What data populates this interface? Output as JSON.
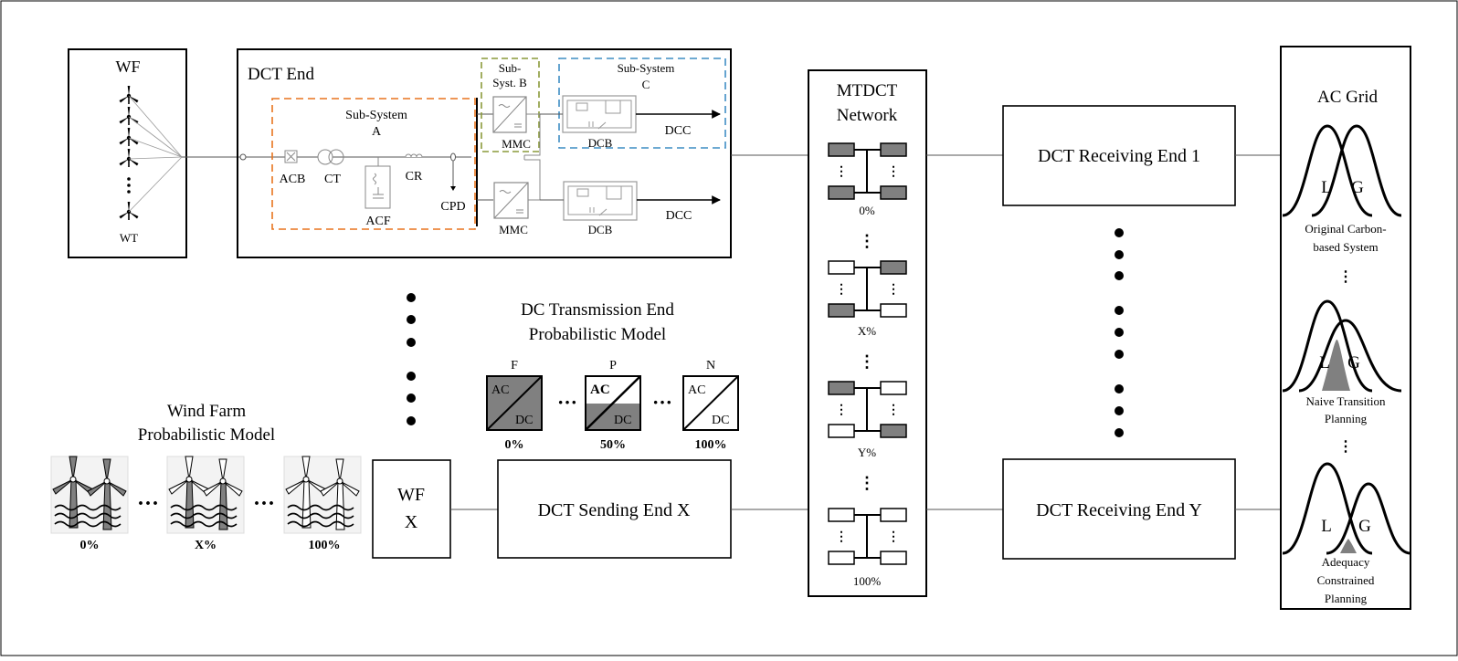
{
  "wf_block": {
    "title": "WF",
    "turbine_label": "WT"
  },
  "dct_end": {
    "title": "DCT End",
    "subsystem_a": [
      "Sub-System",
      "A"
    ],
    "subsystem_b": [
      "Sub-",
      "Syst. B"
    ],
    "subsystem_c": [
      "Sub-System",
      "C"
    ],
    "labels": {
      "acb": "ACB",
      "ct": "CT",
      "acf": "ACF",
      "cr": "CR",
      "cpd": "CPD",
      "mmc_top": "MMC",
      "mmc_bottom": "MMC",
      "dcb_top": "DCB",
      "dcb_bottom": "DCB",
      "dcc_top": "DCC",
      "dcc_bottom": "DCC"
    }
  },
  "wind_farm_model": {
    "title": [
      "Wind Farm",
      "Probabilistic Model"
    ],
    "states": [
      "0%",
      "X%",
      "100%"
    ]
  },
  "wf_x": [
    "WF",
    "X"
  ],
  "dc_transmission_model": {
    "title": [
      "DC Transmission End",
      "Probabilistic Model"
    ],
    "states": [
      {
        "letter": "F",
        "percent": "0%",
        "ac": "AC",
        "dc": "DC"
      },
      {
        "letter": "P",
        "percent": "50%",
        "ac": "AC",
        "dc": "DC"
      },
      {
        "letter": "N",
        "percent": "100%",
        "ac": "AC",
        "dc": "DC"
      }
    ]
  },
  "dct_sending": "DCT Sending End X",
  "mtdct": {
    "title": [
      "MTDCT",
      "Network"
    ],
    "states": [
      "0%",
      "X%",
      "Y%",
      "100%"
    ]
  },
  "receiving": {
    "end1": "DCT Receiving End 1",
    "endY": "DCT Receiving End Y"
  },
  "ac_grid": {
    "title": "AC Grid",
    "L": "L",
    "G": "G",
    "cases": [
      [
        "Original Carbon-",
        "based System"
      ],
      [
        "Naive Transition",
        "Planning"
      ],
      [
        "Adequacy",
        "Constrained",
        "Planning"
      ]
    ]
  },
  "colors": {
    "subsystem_a": "#E8741E",
    "subsystem_b": "#8A9A3A",
    "subsystem_c": "#3F8DC4",
    "fill_gray": "#808080",
    "component_gray": "#999999"
  }
}
